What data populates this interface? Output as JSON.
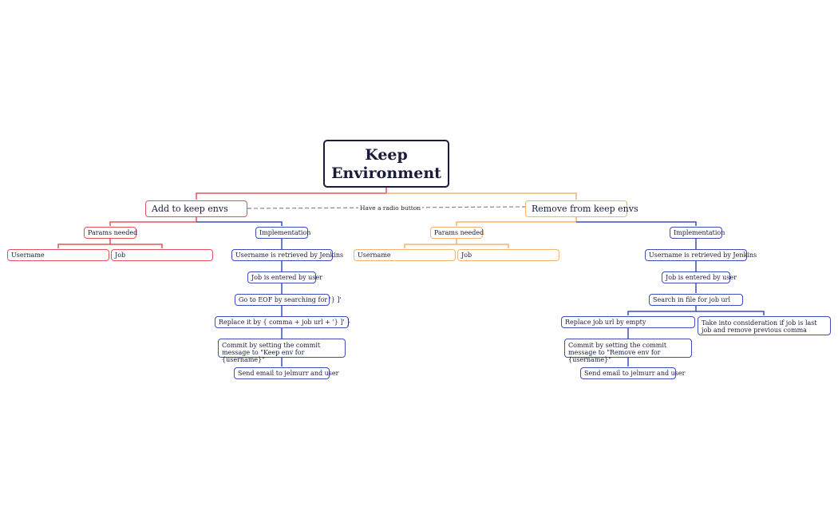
{
  "root": {
    "title": "Keep Environment"
  },
  "relation": {
    "label": "Have a radio button"
  },
  "add": {
    "title": "Add to keep envs",
    "params": {
      "label": "Params needed",
      "items": [
        "Username",
        "Job"
      ]
    },
    "implementation": {
      "label": "Implementation",
      "steps": [
        "Username is retrieved by Jenkins",
        "Job is entered by user",
        "Go to EOF by searching for '} ]'",
        "Replace it by { comma + job url + '} ]' }",
        "Commit by setting the commit message to \"Keep env for {username}\"",
        "Send email to jelmurr and user"
      ]
    }
  },
  "remove": {
    "title": "Remove from keep envs",
    "params": {
      "label": "Params needed",
      "items": [
        "Username",
        "Job"
      ]
    },
    "implementation": {
      "label": "Implementation",
      "steps": [
        "Username is retrieved by Jenkins",
        "Job is entered by user",
        "Search in file for job url",
        "Replace job url by empty",
        "Take into consideration if job is last job and remove previous comma",
        "Commit by setting the commit message to \"Remove env for {username}\"",
        "Send email to jelmurr and user"
      ]
    }
  },
  "colors": {
    "root": "#1b1b3c",
    "add": "#e2545a",
    "remove": "#f2b36f",
    "implementation": "#3d4fb8",
    "relation": "#888888"
  }
}
